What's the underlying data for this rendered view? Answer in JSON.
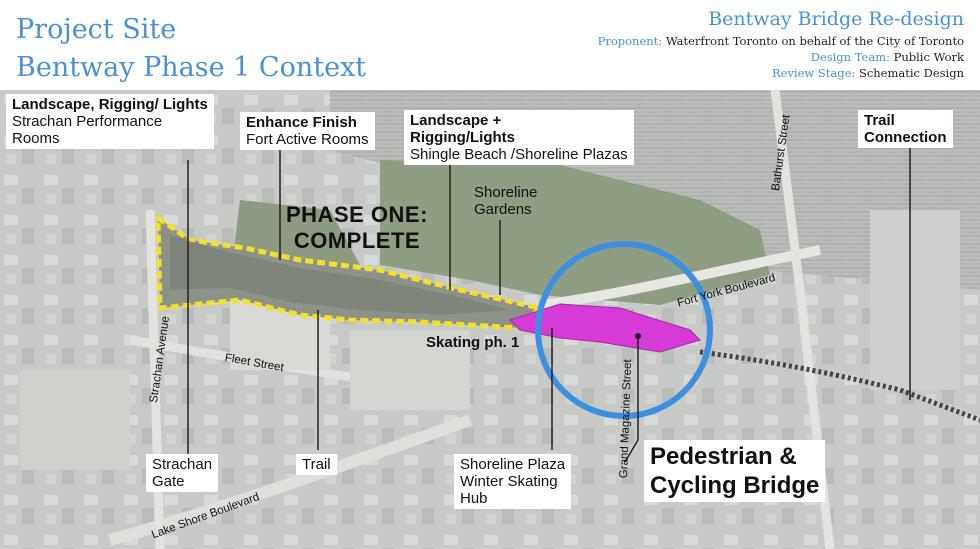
{
  "header": {
    "title_line1": "Project Site",
    "title_line2": "Bentway Phase 1 Context",
    "project_title": "Bentway Bridge Re-design",
    "proponent_label": "Proponent:",
    "proponent_value": "Waterfront Toronto on behalf of the City of Toronto",
    "design_team_label": "Design Team:",
    "design_team_value": "Public Work",
    "review_stage_label": "Review Stage:",
    "review_stage_value": "Schematic Design"
  },
  "callouts": {
    "landscape_rigging_lights": {
      "title": "Landscape, Rigging/ Lights",
      "line1": "Strachan Performance",
      "line2": "Rooms"
    },
    "enhance_finish": {
      "title": "Enhance Finish",
      "line1": "Fort Active Rooms"
    },
    "landscape_plus": {
      "title1": "Landscape +",
      "title2": "Rigging/Lights",
      "line1": "Shingle Beach /Shoreline Plazas"
    },
    "shoreline_gardens": {
      "line1": "Shoreline",
      "line2": "Gardens"
    },
    "trail_connection": {
      "line1": "Trail",
      "line2": "Connection"
    },
    "strachan_gate": {
      "line1": "Strachan",
      "line2": "Gate"
    },
    "trail": {
      "line1": "Trail"
    },
    "shoreline_plaza": {
      "line1": "Shoreline Plaza",
      "line2": "Winter Skating",
      "line3": "Hub"
    },
    "phase_one": {
      "line1": "PHASE ONE:",
      "line2": "COMPLETE"
    },
    "skating": {
      "line1": "Skating ph. 1"
    },
    "bridge": {
      "line1": "Pedestrian &",
      "line2": "Cycling Bridge"
    }
  },
  "streets": {
    "strachan_avenue": "Strachan Avenue",
    "fleet_street": "Fleet Street",
    "lake_shore": "Lake Shore Boulevard",
    "bathurst": "Bathurst Street",
    "fort_york": "Fort York Boulevard",
    "grand_magazine": "Grand Magazine Street"
  },
  "colors": {
    "title_blue": "#4a90d9",
    "phase_outline": "#f2e12a",
    "bridge_magenta": "#d63bd6",
    "circle_blue": "#3d8fe0"
  }
}
